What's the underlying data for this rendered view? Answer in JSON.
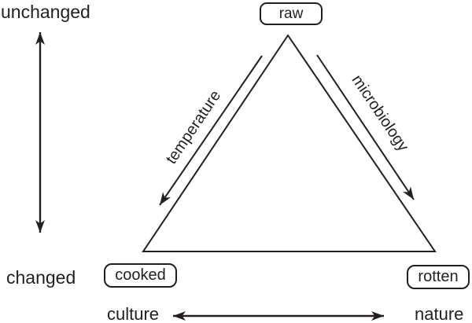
{
  "colors": {
    "ink": "#231f20",
    "background": "#ffffff"
  },
  "triangle": {
    "top_node": "raw",
    "bottom_left_node": "cooked",
    "bottom_right_node": "rotten",
    "left_edge_label": "temperature",
    "right_edge_label": "microbiology"
  },
  "vertical_axis": {
    "top_label": "unchanged",
    "bottom_label": "changed"
  },
  "horizontal_axis": {
    "left_label": "culture",
    "right_label": "nature"
  }
}
